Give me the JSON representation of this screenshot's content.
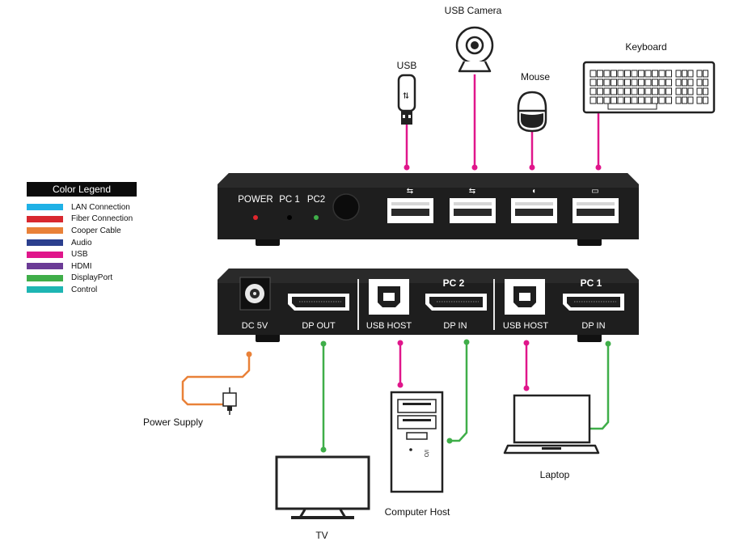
{
  "legend": {
    "title": "Color Legend",
    "items": [
      {
        "label": "LAN Connection",
        "color": "#1fb1e6"
      },
      {
        "label": "Fiber Connection",
        "color": "#d8282f"
      },
      {
        "label": "Cooper Cable",
        "color": "#e98138"
      },
      {
        "label": "Audio",
        "color": "#2b3f8e"
      },
      {
        "label": "USB",
        "color": "#e0168b"
      },
      {
        "label": "HDMI",
        "color": "#6b3b96"
      },
      {
        "label": "DisplayPort",
        "color": "#3fae49"
      },
      {
        "label": "Control",
        "color": "#1eb5b3"
      }
    ]
  },
  "peripherals": {
    "usb_camera": "USB Camera",
    "keyboard": "Keyboard",
    "usb_drive": "USB",
    "mouse": "Mouse"
  },
  "front_panel": {
    "power": "POWER",
    "pc1": "PC 1",
    "pc2": "PC2"
  },
  "rear_panel": {
    "dc": "DC 5V",
    "dp_out": "DP OUT",
    "pc2_title": "PC 2",
    "pc1_title": "PC 1",
    "pc2_usb_host": "USB HOST",
    "pc2_dp_in": "DP IN",
    "pc1_usb_host": "USB HOST",
    "pc1_dp_in": "DP IN"
  },
  "devices": {
    "power_supply": "Power Supply",
    "tv": "TV",
    "computer_host": "Computer Host",
    "laptop": "Laptop"
  },
  "colors": {
    "usb": "#e0168b",
    "displayport": "#3fae49",
    "power": "#e98138",
    "device_body": "#1e1e1e"
  }
}
